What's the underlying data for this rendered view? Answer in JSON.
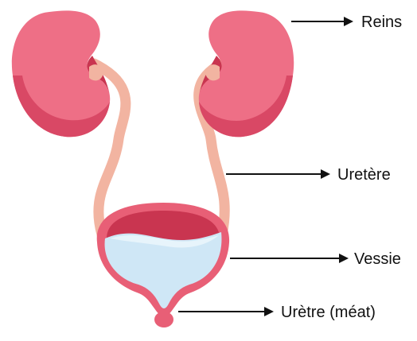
{
  "diagram": {
    "labels": {
      "kidneys": "Reins",
      "ureter": "Uretère",
      "bladder": "Vessie",
      "urethra": "Urètre (méat)"
    },
    "colors": {
      "kidney_light": "#EE6F86",
      "kidney_mid": "#E3566F",
      "kidney_dark": "#C93550",
      "ureter": "#F2B4A1",
      "bladder_wall": "#E85F76",
      "bladder_inner": "#C93550",
      "urine": "#CFE7F6",
      "urine_light": "#E7F4FB",
      "arrow": "#111111"
    }
  }
}
